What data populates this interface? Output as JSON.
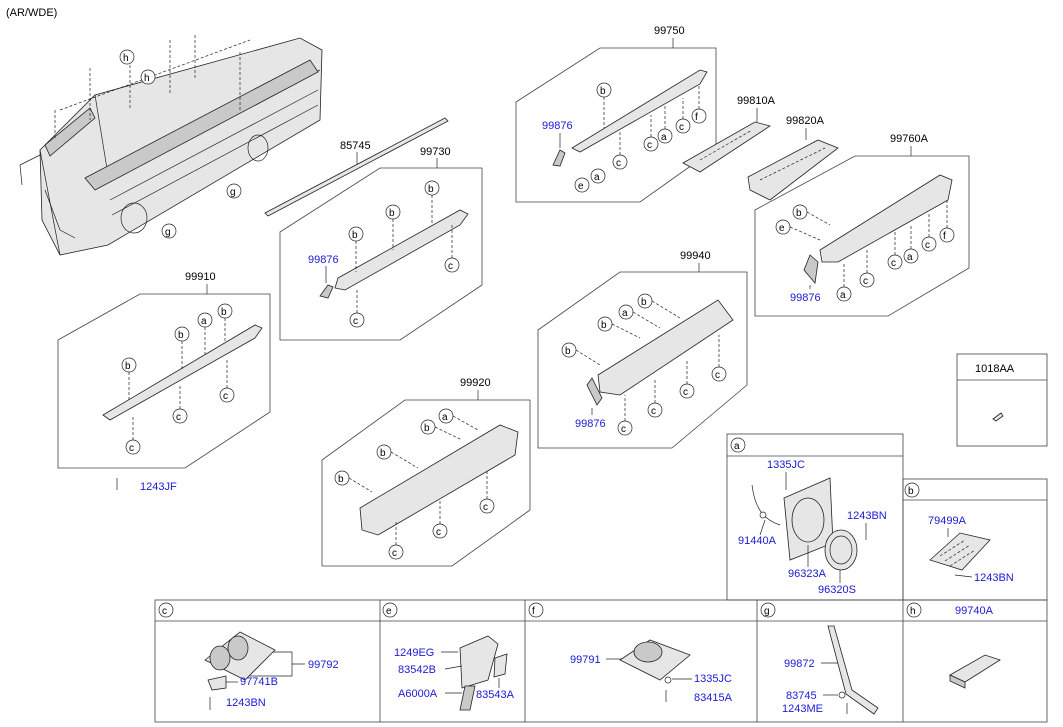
{
  "header": {
    "variant": "(AR/WDE)"
  },
  "groups": {
    "g99750": "99750",
    "g85745": "85745",
    "g99730": "99730",
    "g99810a": "99810A",
    "g99820a": "99820A",
    "g99760a": "99760A",
    "g99910": "99910",
    "g99940": "99940",
    "g99920": "99920",
    "g1018aa": "1018AA"
  },
  "parts": {
    "p99876_a": "99876",
    "p99876_b": "99876",
    "p99876_c": "99876",
    "p99876_d": "99876",
    "p1243jf": "1243JF",
    "p1335jc_a": "1335JC",
    "p1243bn_a": "1243BN",
    "p91440a": "91440A",
    "p96323a": "96323A",
    "p96320s": "96320S",
    "p79499a": "79499A",
    "p1243bn_b": "1243BN",
    "p99792": "99792",
    "p97741b": "97741B",
    "p1243bn_c": "1243BN",
    "p1249eg": "1249EG",
    "p83542b": "83542B",
    "pa6000a": "A6000A",
    "p83543a": "83543A",
    "p99791": "99791",
    "p1335jc_f": "1335JC",
    "p83415a": "83415A",
    "p99872": "99872",
    "p83745": "83745",
    "p1243me": "1243ME",
    "p99740a": "99740A"
  },
  "details": {
    "a": "a",
    "b": "b",
    "c": "c",
    "e": "e",
    "f": "f",
    "g": "g",
    "h": "h"
  },
  "callout_letters": {
    "a": "a",
    "b": "b",
    "c": "c",
    "e": "e",
    "f": "f",
    "g": "g",
    "h": "h"
  }
}
